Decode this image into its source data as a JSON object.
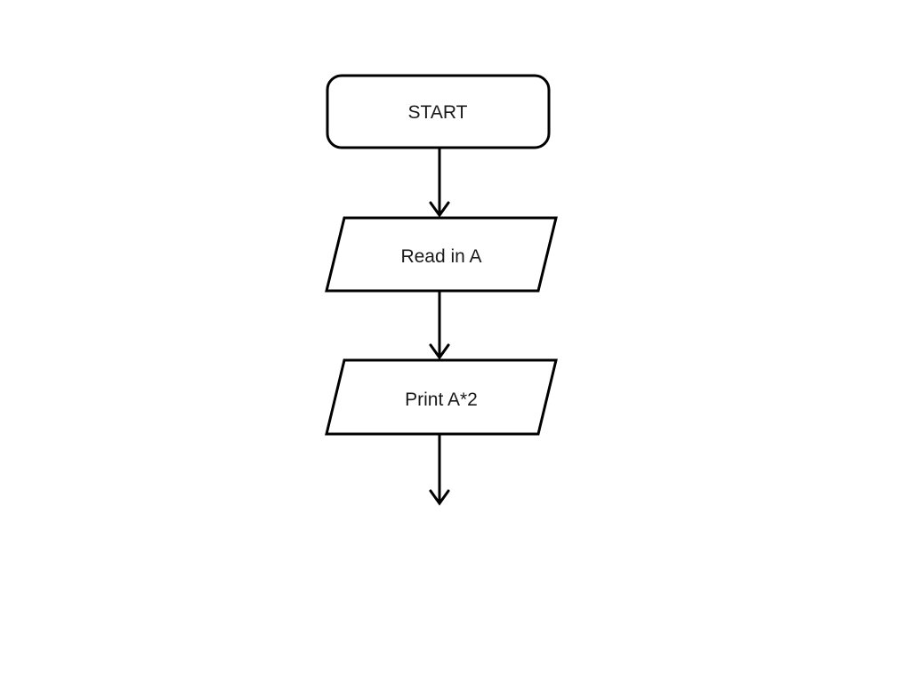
{
  "flowchart": {
    "title": "flowchart",
    "colors": {
      "stroke": "#000000",
      "background": "#ffffff",
      "text": "#1a1a1a"
    },
    "nodes": [
      {
        "id": "start",
        "shape": "rounded-rectangle",
        "label": "START"
      },
      {
        "id": "read-in-a",
        "shape": "parallelogram",
        "label": "Read in A"
      },
      {
        "id": "print-a-times-2",
        "shape": "parallelogram",
        "label": "Print A*2"
      }
    ],
    "edges": [
      {
        "from": "start",
        "to": "read-in-a",
        "direction": "down"
      },
      {
        "from": "read-in-a",
        "to": "print-a-times-2",
        "direction": "down"
      },
      {
        "from": "print-a-times-2",
        "to": "end",
        "direction": "down"
      }
    ]
  }
}
